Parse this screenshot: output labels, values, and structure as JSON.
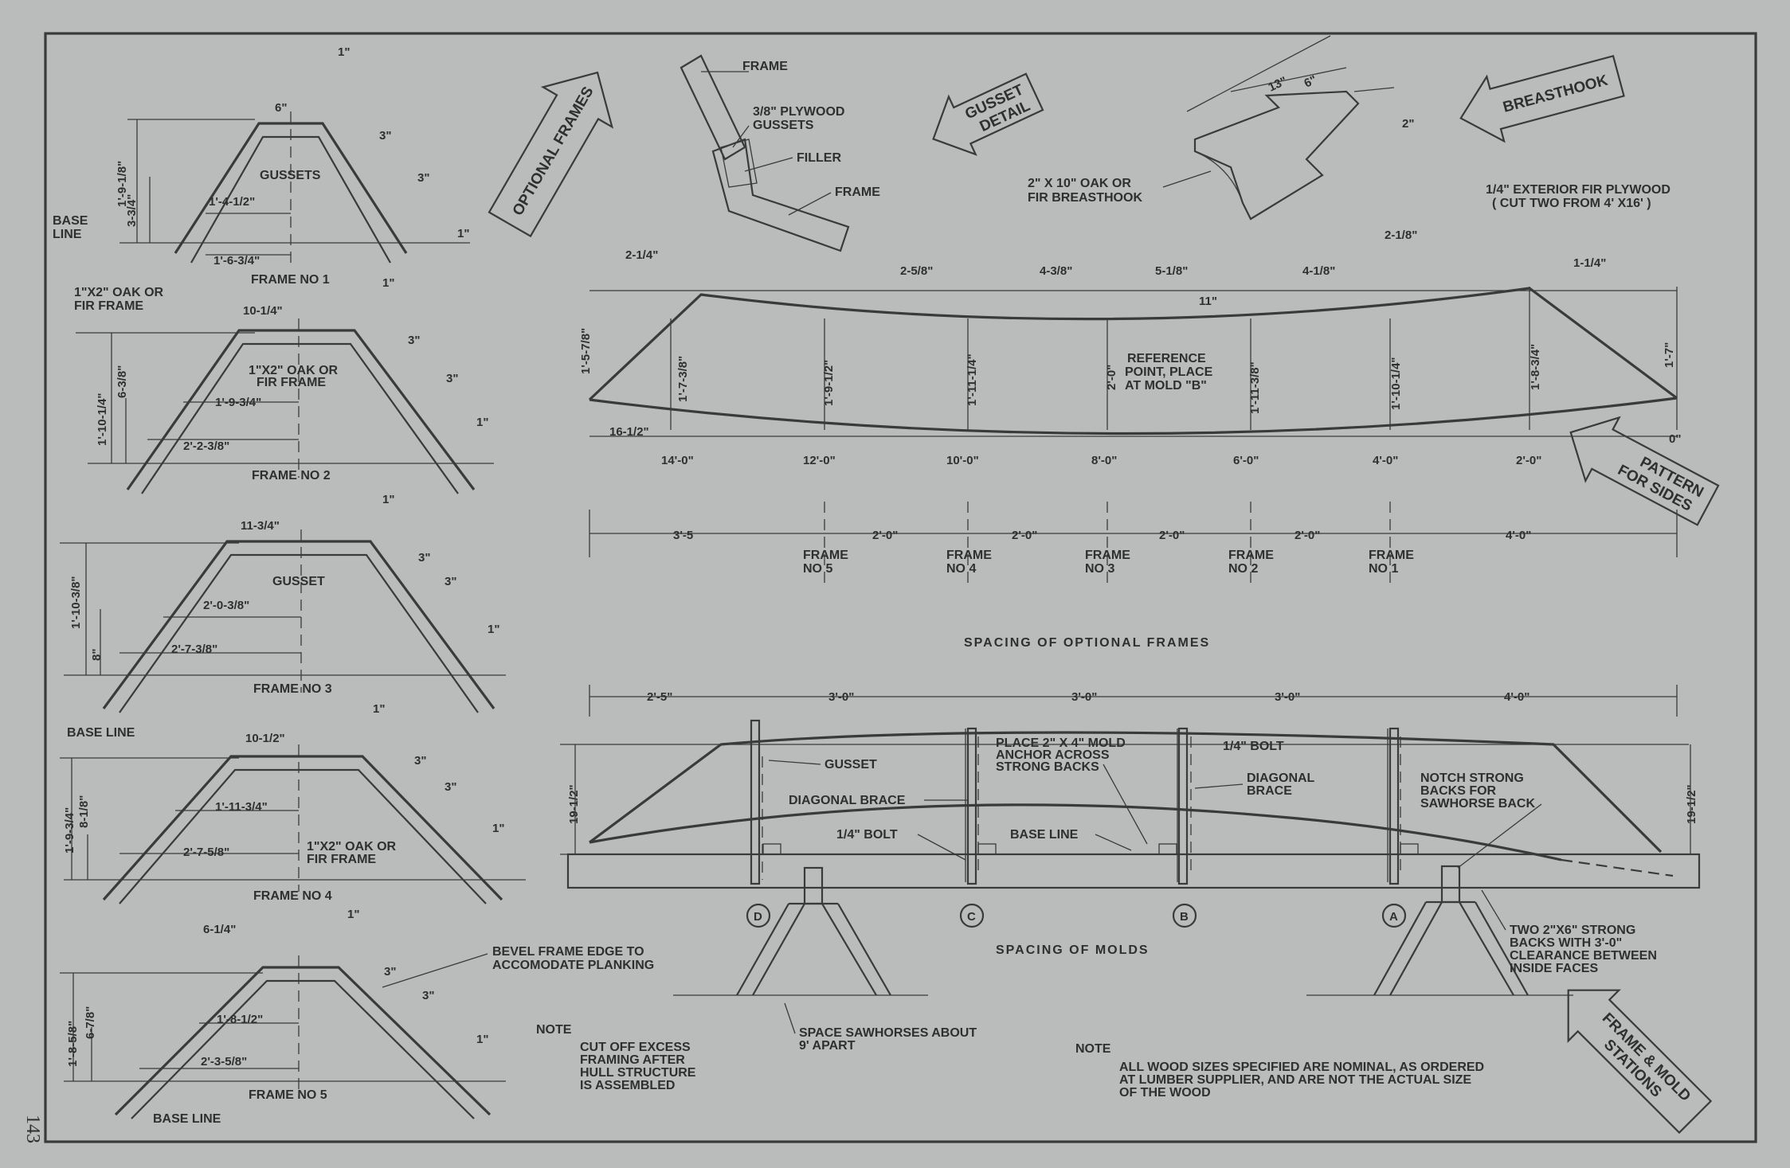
{
  "page_number": "143",
  "frames": [
    {
      "title": "FRAME NO 1",
      "top": "6\"",
      "height": "1'-9-1/8\"",
      "inner_h": "3-3/4\"",
      "half1": "1'-4-1/2\"",
      "half2": "1'-6-3/4\"",
      "t1": "1\"",
      "t2": "3\"",
      "t3": "3\"",
      "t4": "1\"",
      "gusset": "GUSSETS",
      "base": "BASE LINE"
    },
    {
      "title": "FRAME NO 2",
      "top": "10-1/4\"",
      "height": "1'-10-1/4\"",
      "inner_h": "6-3/8\"",
      "half1": "1'-9-3/4\"",
      "half2": "2'-2-3/8\"",
      "t1": "1\"",
      "t2": "3\"",
      "t3": "3\"",
      "t4": "1\"",
      "note": "1\"X2\" OAK OR FIR FRAME",
      "note2": "1\"X2\" OAK OR FIR FRAME"
    },
    {
      "title": "FRAME NO 3",
      "top": "11-3/4\"",
      "height": "1'-10-3/8\"",
      "inner_h": "8\"",
      "half1": "2'-0-3/8\"",
      "half2": "2'-7-3/8\"",
      "t1": "1\"",
      "t2": "3\"",
      "t3": "3\"",
      "t4": "1\"",
      "gusset": "GUSSET",
      "base": "BASE LINE"
    },
    {
      "title": "FRAME NO 4",
      "top": "10-1/2\"",
      "height": "1'-9-3/4\"",
      "inner_h": "8-1/8\"",
      "half1": "1'-11-3/4\"",
      "half2": "2'-7-5/8\"",
      "t1": "1\"",
      "t2": "3\"",
      "t3": "3\"",
      "t4": "1\"",
      "note": "1\"X2\" OAK OR FIR FRAME"
    },
    {
      "title": "FRAME NO 5",
      "top": "6-1/4\"",
      "height": "1'-8-5/8\"",
      "inner_h": "6-7/8\"",
      "half1": "1'-8-1/2\"",
      "half2": "2'-3-5/8\"",
      "t1": "1\"",
      "t2": "3\"",
      "t3": "3\"",
      "t4": "1\"",
      "base": "BASE LINE"
    }
  ],
  "arrows": {
    "optional_frames": "OPTIONAL FRAMES",
    "gusset_detail_1": "GUSSET",
    "gusset_detail_2": "DETAIL",
    "breasthook": "BREASTHOOK",
    "pattern_1": "PATTERN",
    "pattern_2": "FOR SIDES",
    "stations_1": "FRAME & MOLD",
    "stations_2": "STATIONS"
  },
  "gusset_detail": {
    "frame_top": "FRAME",
    "plywood_1": "3/8\" PLYWOOD",
    "plywood_2": "GUSSETS",
    "filler": "FILLER",
    "frame_bottom": "FRAME"
  },
  "breasthook_detail": {
    "d1": "13\"",
    "d2": "6\"",
    "d3": "2\"",
    "label_1": "2\" X 10\" OAK OR",
    "label_2": "FIR BREASTHOOK"
  },
  "side_pattern": {
    "plywood_1": "1/4\" EXTERIOR FIR PLYWOOD",
    "plywood_2": "( CUT TWO FROM 4' X16' )",
    "top_offsets": [
      "2-1/4\"",
      "2-5/8\"",
      "4-3/8\"",
      "5-1/8\"",
      "4-1/8\"",
      "2-1/8\"",
      "1-1/4\""
    ],
    "mid_gap": "11\"",
    "heights": [
      "1'-5-7/8\"",
      "1'-7-3/8\"",
      "1'-9-1/2\"",
      "1'-11-1/4\"",
      "2'-0\"",
      "1'-11-3/8\"",
      "1'-10-1/4\"",
      "1'-8-3/4\"",
      "1'-7\""
    ],
    "ref_1": "REFERENCE",
    "ref_2": "POINT, PLACE",
    "ref_3": "AT MOLD \"B\"",
    "end_dim": "16-1/2\"",
    "stations": [
      "14'-0\"",
      "12'-0\"",
      "10'-0\"",
      "8'-0\"",
      "6'-0\"",
      "4'-0\"",
      "2'-0\"",
      "0\""
    ]
  },
  "optional_spacing": {
    "dims": [
      "3'-5",
      "2'-0\"",
      "2'-0\"",
      "2'-0\"",
      "2'-0\"",
      "4'-0\""
    ],
    "frames": [
      [
        "FRAME",
        "NO 5"
      ],
      [
        "FRAME",
        "NO 4"
      ],
      [
        "FRAME",
        "NO 3"
      ],
      [
        "FRAME",
        "NO 2"
      ],
      [
        "FRAME",
        "NO 1"
      ]
    ],
    "title": "SPACING OF OPTIONAL FRAMES"
  },
  "molds": {
    "dims": [
      "2'-5\"",
      "3'-0\"",
      "3'-0\"",
      "3'-0\"",
      "4'-0\""
    ],
    "height_l": "19-1/2\"",
    "height_r": "19-1/2\"",
    "gusset": "GUSSET",
    "diag_brace": "DIAGONAL BRACE",
    "bolt_1": "1/4\" BOLT",
    "place_1": "PLACE 2\" X 4\" MOLD",
    "place_2": "ANCHOR ACROSS",
    "place_3": "STRONG BACKS",
    "base_line": "BASE LINE",
    "bolt_2": "1/4\" BOLT",
    "diag_1": "DIAGONAL",
    "diag_2": "BRACE",
    "notch_1": "NOTCH STRONG",
    "notch_2": "BACKS FOR",
    "notch_3": "SAWHORSE BACK",
    "letters": [
      "D",
      "C",
      "B",
      "A"
    ],
    "title": "SPACING  OF  MOLDS",
    "strong_1": "TWO  2\"X6\"  STRONG",
    "strong_2": "BACKS WITH 3'-0\"",
    "strong_3": "CLEARANCE BETWEEN",
    "strong_4": "INSIDE FACES",
    "saw_1": "SPACE SAWHORSES ABOUT",
    "saw_2": "9' APART"
  },
  "bevel_1": "BEVEL FRAME EDGE TO",
  "bevel_2": "ACCOMODATE PLANKING",
  "note_left": {
    "head": "NOTE",
    "l1": "CUT OFF EXCESS",
    "l2": "FRAMING AFTER",
    "l3": "HULL STRUCTURE",
    "l4": "IS ASSEMBLED"
  },
  "note_right": {
    "head": "NOTE",
    "l1": "ALL WOOD SIZES SPECIFIED ARE NOMINAL, AS ORDERED",
    "l2": "AT LUMBER SUPPLIER, AND ARE NOT THE ACTUAL SIZE",
    "l3": "OF THE WOOD"
  }
}
